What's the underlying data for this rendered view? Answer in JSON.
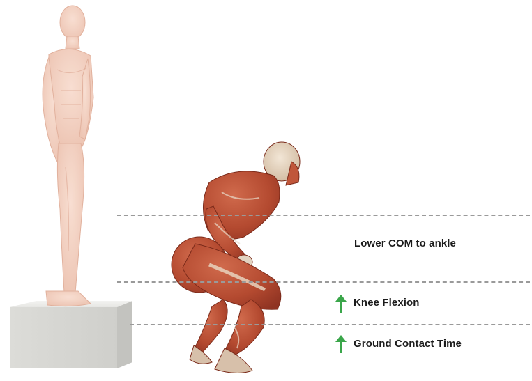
{
  "annotations": {
    "com_label": "Lower COM to ankle",
    "knee_label": "Knee Flexion",
    "contact_label": "Ground Contact Time"
  },
  "icons": {
    "increase_arrow": "arrow-up-icon",
    "arrow_color": "#3aa64a"
  },
  "colors": {
    "guide_line": "#9a9a9a",
    "standing_figure": "#f1cdbd",
    "squat_figure": "#b44a30",
    "box": "#d4d4d0"
  }
}
